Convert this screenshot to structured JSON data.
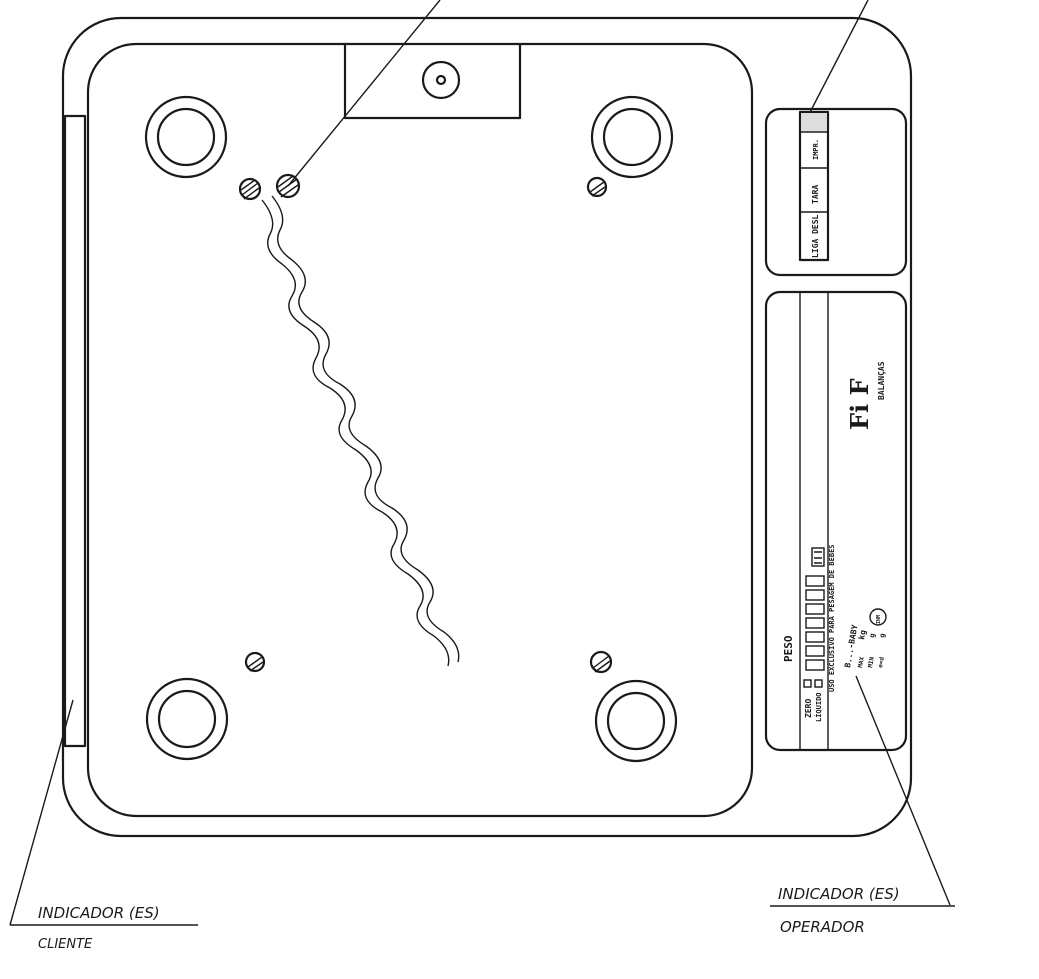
{
  "callouts": {
    "client": {
      "line1": "INDICADOR (ES)",
      "line2": "CLIENTE"
    },
    "operator": {
      "line1": "INDICADOR (ES)",
      "line2": "OPERADOR"
    }
  },
  "upper_panel": {
    "labels": [
      "LIGA DESL.",
      "TARA",
      "IMPR."
    ]
  },
  "lower_panel": {
    "peso_label": "PESO",
    "zero_label": "ZERO",
    "liquido_label": "LÍQUIDO",
    "usage_note": "USO EXCLUSIVO PARA PESAGEM DE BEBÊS",
    "model_label": "B...-BABY",
    "max_label": "MAX",
    "max_unit": "kg",
    "min_label": "MIN",
    "min_unit": "g",
    "eval_label": "e=d",
    "eval_unit": "g",
    "brand_logo": "Fi F",
    "brand_name": "BALANÇAS",
    "cert_mark": "INM"
  },
  "colors": {
    "ink": "#1a1a1a",
    "paper": "#ffffff"
  }
}
